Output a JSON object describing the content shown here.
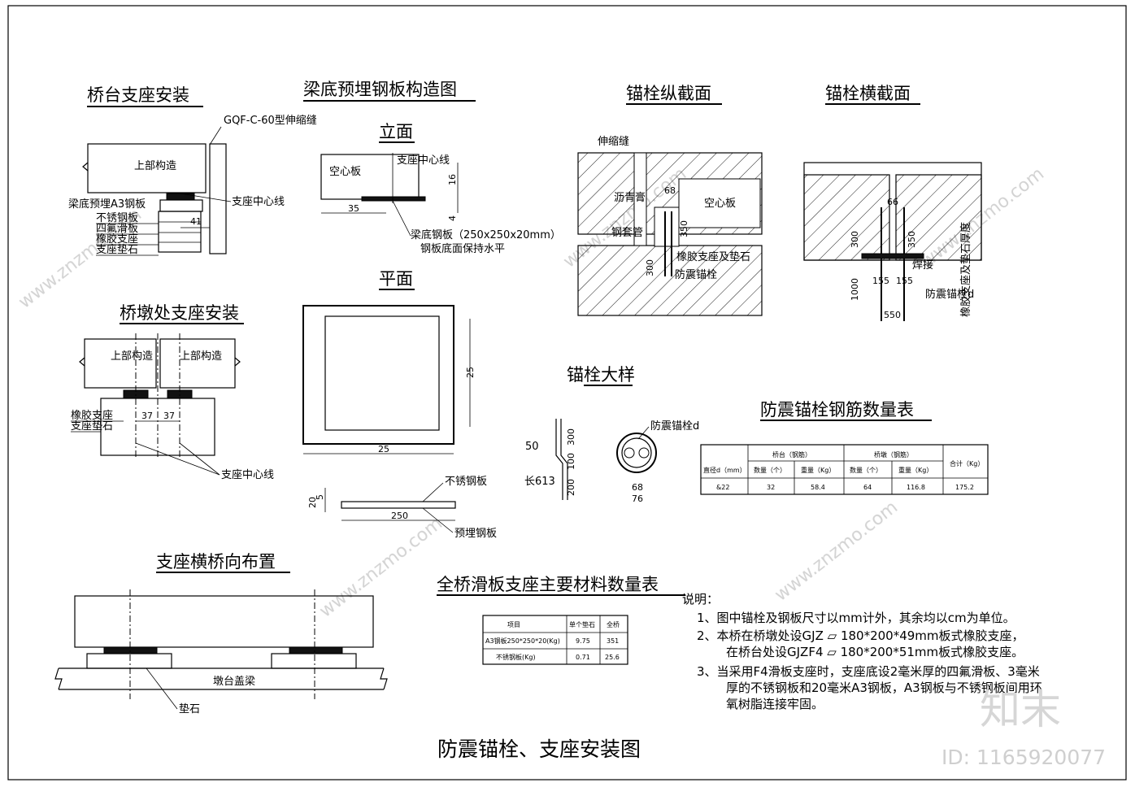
{
  "sheet_title": "防震锚栓、支座安装图",
  "sections": {
    "abutment": {
      "title": "桥台支座安装",
      "labels": [
        "GQF-C-60型伸缩缝",
        "上部构造",
        "梁底预埋A3钢板",
        "支座中心线",
        "不锈钢板",
        "四氟滑板",
        "橡胶支座",
        "支座垫石"
      ],
      "dim": "41"
    },
    "plate": {
      "title": "梁底预埋钢板构造图",
      "elevation_title": "立面",
      "plan_title": "平面",
      "labels": [
        "空心板",
        "支座中心线",
        "梁底钢板（250x250x20mm）",
        "钢板底面保持水平",
        "不锈钢板",
        "预埋钢板"
      ],
      "dims": [
        "16",
        "4",
        "35",
        "25",
        "25",
        "5",
        "20",
        "250"
      ]
    },
    "pier": {
      "title": "桥墩处支座安装",
      "labels": [
        "上部构造",
        "上部构造",
        "橡胶支座",
        "支座垫石",
        "支座中心线"
      ],
      "dims": [
        "37",
        "37"
      ]
    },
    "transverse": {
      "title": "支座横桥向布置",
      "labels": [
        "墩台盖梁",
        "垫石"
      ]
    },
    "anchor_long": {
      "title": "锚栓纵截面",
      "labels": [
        "伸缩缝",
        "沥青膏",
        "空心板",
        "钢套管",
        "橡胶支座及垫石",
        "防震锚栓"
      ],
      "dims": [
        "68",
        "350",
        "300"
      ]
    },
    "anchor_cross": {
      "title": "锚栓横截面",
      "labels": [
        "焊接",
        "防震锚栓d",
        "橡胶支座及垫石厚度"
      ],
      "dims": [
        "66",
        "300",
        "350",
        "155",
        "155",
        "1000",
        "550"
      ]
    },
    "anchor_detail": {
      "title": "锚栓大样",
      "labels": [
        "防震锚栓d",
        "长613"
      ],
      "dims": [
        "50",
        "300",
        "100",
        "200",
        "68",
        "76"
      ]
    }
  },
  "rebar_table": {
    "title": "防震锚栓钢筋数量表",
    "group_headers": [
      "桥台（钢筋）",
      "桥墩（钢筋）",
      "合计（Kg）"
    ],
    "sub_headers": [
      "直径d（mm）",
      "数量（个）",
      "重量（Kg）",
      "数量（个）",
      "重量（Kg）"
    ],
    "rows": [
      [
        "&22",
        "32",
        "58.4",
        "64",
        "116.8",
        "175.2"
      ]
    ]
  },
  "material_table": {
    "title": "全桥滑板支座主要材料数量表",
    "headers": [
      "项目",
      "单个垫石",
      "全桥"
    ],
    "rows": [
      [
        "A3钢板250*250*20(Kg)",
        "9.75",
        "351"
      ],
      [
        "不锈钢板(Kg)",
        "0.71",
        "25.6"
      ]
    ]
  },
  "notes": {
    "heading": "说明：",
    "lines": [
      "1、图中锚栓及钢板尺寸以mm计外，其余均以cm为单位。",
      "2、本桥在桥墩处设GJZ ▱ 180*200*49mm板式橡胶支座，",
      "在桥台处设GJZF4 ▱ 180*200*51mm板式橡胶支座。",
      "3、当采用F4滑板支座时，支座底设2毫米厚的四氟滑板、3毫米",
      "厚的不锈钢板和20毫米A3钢板，A3钢板与不锈钢板间用环",
      "氧树脂连接牢固。"
    ]
  },
  "watermarks": {
    "site": "www.znzmo.com",
    "brand": "知末",
    "id": "ID: 1165920077"
  }
}
